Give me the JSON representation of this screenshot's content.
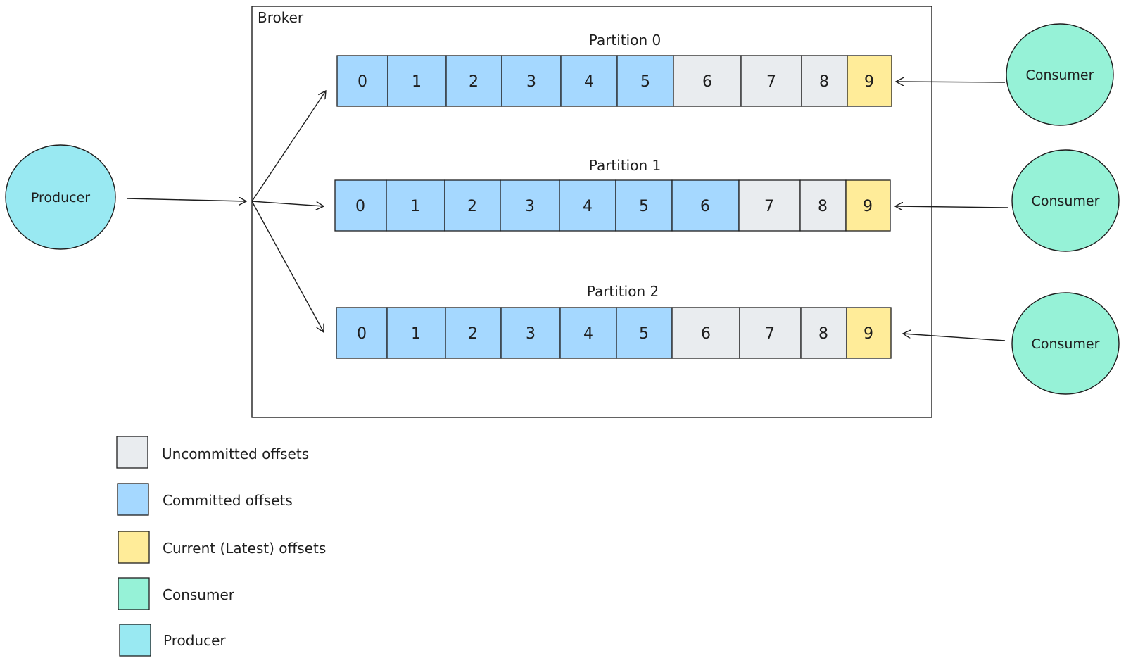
{
  "broker": {
    "label": "Broker"
  },
  "producer": {
    "label": "Producer",
    "fill": "#99e9f2"
  },
  "consumer_fill": "#96f2d7",
  "state_colors": {
    "committed": "#a5d8ff",
    "uncommitted": "#e9ecef",
    "current": "#ffec99"
  },
  "partitions": [
    {
      "title": "Partition 0",
      "offsets": [
        "0",
        "1",
        "2",
        "3",
        "4",
        "5",
        "6",
        "7",
        "8",
        "9"
      ],
      "states": [
        "committed",
        "committed",
        "committed",
        "committed",
        "committed",
        "committed",
        "uncommitted",
        "uncommitted",
        "uncommitted",
        "current"
      ],
      "consumer_label": "Consumer"
    },
    {
      "title": "Partition 1",
      "offsets": [
        "0",
        "1",
        "2",
        "3",
        "4",
        "5",
        "6",
        "7",
        "8",
        "9"
      ],
      "states": [
        "committed",
        "committed",
        "committed",
        "committed",
        "committed",
        "committed",
        "committed",
        "uncommitted",
        "uncommitted",
        "current"
      ],
      "consumer_label": "Consumer"
    },
    {
      "title": "Partition 2",
      "offsets": [
        "0",
        "1",
        "2",
        "3",
        "4",
        "5",
        "6",
        "7",
        "8",
        "9"
      ],
      "states": [
        "committed",
        "committed",
        "committed",
        "committed",
        "committed",
        "committed",
        "uncommitted",
        "uncommitted",
        "uncommitted",
        "current"
      ],
      "consumer_label": "Consumer"
    }
  ],
  "legend": [
    {
      "label": "Uncommitted offsets",
      "color": "#e9ecef"
    },
    {
      "label": "Committed offsets",
      "color": "#a5d8ff"
    },
    {
      "label": "Current (Latest) offsets",
      "color": "#ffec99"
    },
    {
      "label": "Consumer",
      "color": "#96f2d7"
    },
    {
      "label": "Producer",
      "color": "#99e9f2"
    }
  ]
}
